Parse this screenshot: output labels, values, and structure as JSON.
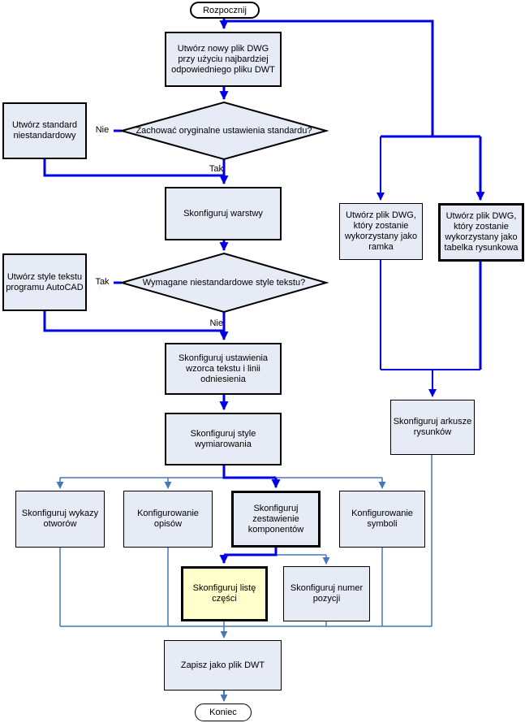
{
  "diagram": {
    "type": "flowchart",
    "colors": {
      "node_fill": "#e6ebf5",
      "highlight_fill": "#ffffcc",
      "main_flow": "#0000e6",
      "thin_flow": "#4477bb",
      "node_border": "#000000"
    },
    "nodes": {
      "start": {
        "label": "Rozpocznij"
      },
      "create_dwg": {
        "label": "Utwórz nowy plik DWG przy użyciu najbardziej odpowiedniego pliku DWT"
      },
      "decision_keep_standard": {
        "label": "Zachować oryginalne ustawienia standardu?"
      },
      "create_custom_standard": {
        "label": "Utwórz standard niestandardowy"
      },
      "configure_layers": {
        "label": "Skonfiguruj warstwy"
      },
      "decision_custom_text_styles": {
        "label": "Wymagane niestandardowe style tekstu?"
      },
      "create_autocad_text_styles": {
        "label": "Utwórz style tekstu programu AutoCAD"
      },
      "configure_text_leader": {
        "label": "Skonfiguruj ustawienia wzorca tekstu i linii odniesienia"
      },
      "configure_dimension_styles": {
        "label": "Skonfiguruj style wymiarowania"
      },
      "create_dwg_border": {
        "label": "Utwórz plik DWG, który zostanie wykorzystany jako ramka"
      },
      "create_dwg_title_block": {
        "label": "Utwórz plik DWG, który zostanie wykorzystany jako tabelka rysunkowa"
      },
      "configure_drawing_sheets": {
        "label": "Skonfiguruj arkusze rysunków"
      },
      "configure_hole_charts": {
        "label": "Skonfiguruj wykazy otworów"
      },
      "configure_notes": {
        "label": "Konfigurowanie opisów"
      },
      "configure_component_parts_list": {
        "label": "Skonfiguruj zestawienie komponentów"
      },
      "configure_symbols": {
        "label": "Konfigurowanie symboli"
      },
      "configure_parts_list": {
        "label": "Skonfiguruj listę części"
      },
      "configure_balloon_number": {
        "label": "Skonfiguruj numer pozycji"
      },
      "save_dwt": {
        "label": "Zapisz jako plik DWT"
      },
      "end": {
        "label": "Koniec"
      }
    },
    "edge_labels": {
      "tak": "Tak",
      "nie": "Nie"
    }
  }
}
